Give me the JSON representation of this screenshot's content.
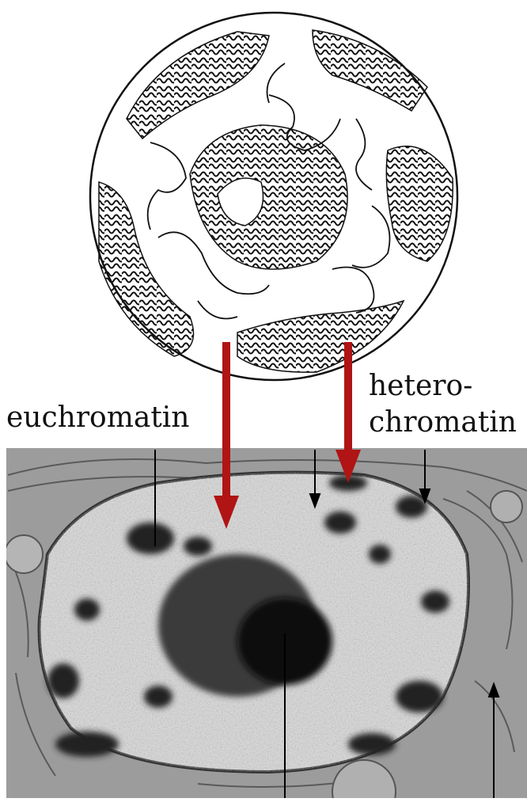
{
  "labels": {
    "euchromatin": "euchromatin",
    "heterochromatin_line1": "hetero-",
    "heterochromatin_line2": "chromatin"
  },
  "colors": {
    "arrow": "#b01414",
    "ink": "#111111",
    "micrograph_bg": "#9c9c9c",
    "nucleus_light": "#d8d8d8",
    "chromatin_dark": "#222222"
  }
}
